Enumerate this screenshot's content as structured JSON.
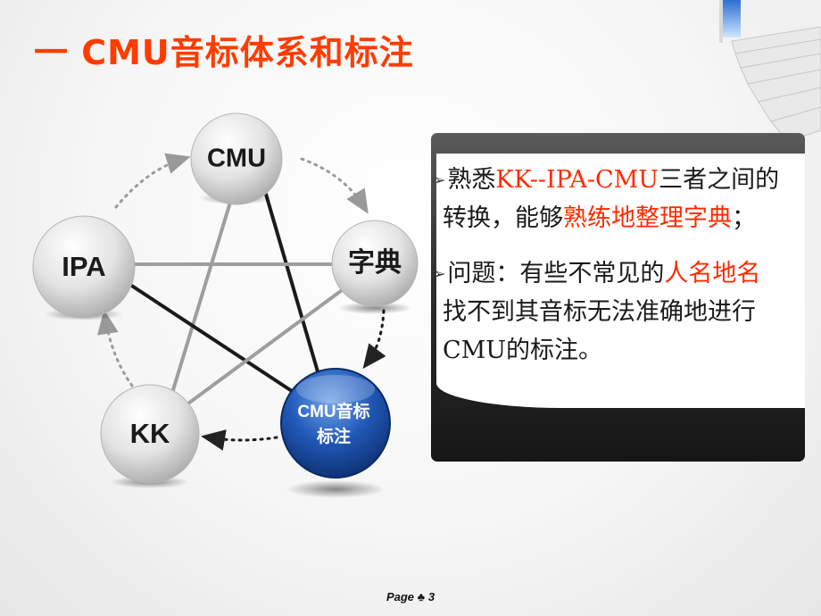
{
  "slide": {
    "title": "一  CMU音标体系和标注",
    "page_label": "Page",
    "page_number": "3",
    "page_icon": "club-icon",
    "accent_color": "#ff3c00"
  },
  "diagram": {
    "nodes": {
      "cmu": "CMU",
      "dict": "字典",
      "ipa": "IPA",
      "kk": "KK",
      "center_line1": "CMU音标",
      "center_line2": "标注"
    }
  },
  "panel": {
    "bullet1": {
      "p1": "熟悉",
      "p2": "KK--IPA-CMU",
      "p3": "三者之间的",
      "p4": "转换，能够",
      "p5": "熟练地整理字典",
      "p6": "；"
    },
    "bullet2": {
      "p1": "问题：有些不常见的",
      "p2": "人名地名",
      "p3": "找不到其音标无法准确地进行",
      "p4": "CMU的标注。"
    },
    "highlight_color": "#ff2a00"
  }
}
